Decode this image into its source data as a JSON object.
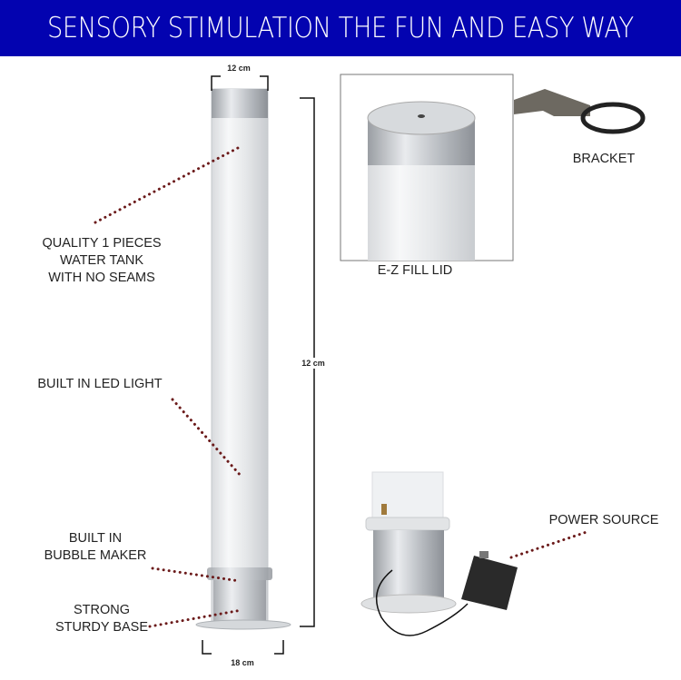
{
  "header": {
    "title": "SENSORY STIMULATION THE FUN AND EASY WAY",
    "background": "#0303b0"
  },
  "dimensions": {
    "top_width": "12 cm",
    "height": "12 cm",
    "base_width": "18 cm"
  },
  "callouts": {
    "tank": [
      "QUALITY 1 PIECES",
      "WATER TANK",
      "WITH NO SEAMS"
    ],
    "led": "BUILT IN LED LIGHT",
    "bubble": [
      "BUILT IN",
      "BUBBLE MAKER"
    ],
    "base": [
      "STRONG",
      "STURDY BASE"
    ],
    "lid": "E-Z FILL LID",
    "bracket": "BRACKET",
    "power": "POWER SOURCE"
  },
  "colors": {
    "dots": "#6b1a1a"
  }
}
